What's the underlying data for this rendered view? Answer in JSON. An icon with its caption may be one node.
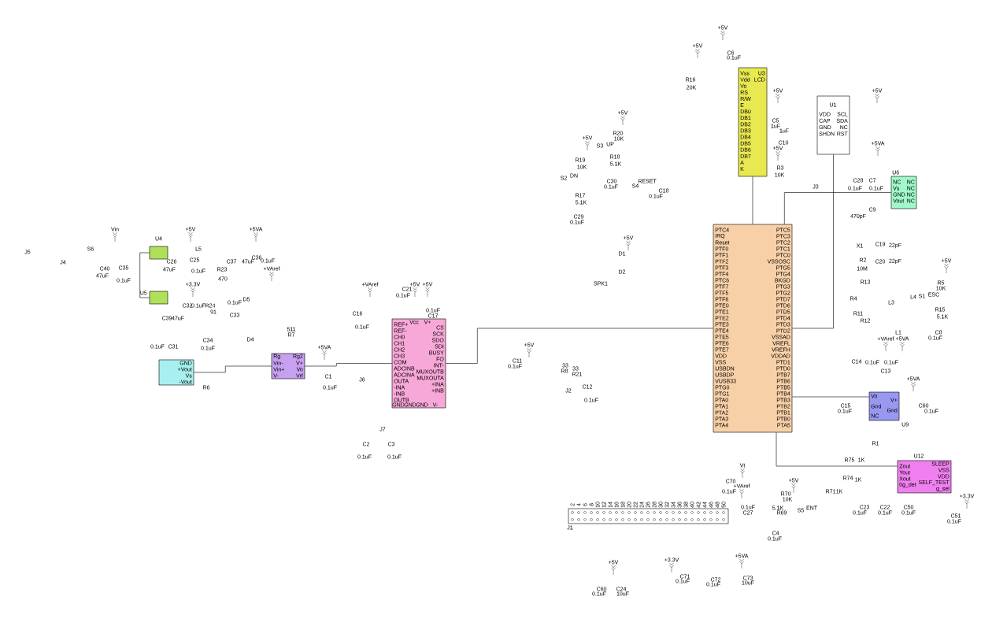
{
  "diagram": {
    "nodes": [
      {
        "text": [
          "U4"
        ]
      },
      {
        "text": [
          "U5"
        ]
      },
      {
        "text": [
          "GND",
          "+Vout",
          "Vs",
          "-Vout"
        ]
      },
      {
        "text": [
          "Rg",
          "Vin-",
          "Vin+",
          "V-",
          "Rg2",
          "V+",
          "Vo",
          "Vrf"
        ]
      },
      {
        "text": [
          "REF+",
          "REF-",
          "CH0",
          "CH1",
          "CH2",
          "CH3",
          "COM",
          "ADCINB",
          "ADCINA",
          "OUTA",
          "-INA",
          "-INB",
          "OUTB",
          "Vcc",
          "V+",
          "CS",
          "SCK",
          "SDO",
          "SDI",
          "BUSY",
          "FO",
          "INT-",
          "MUXOUTB",
          "MUXOUTA",
          "+INA",
          "+INB",
          "GND",
          "GND",
          "GND",
          "V-"
        ]
      },
      {
        "text": [
          "U3",
          "LCD",
          "Vss",
          "Vdd",
          "Vo",
          "RS",
          "R/W",
          "E",
          "DB0",
          "DB1",
          "DB2",
          "DB3",
          "DB4",
          "DB5",
          "DB6",
          "DB7",
          "A",
          "K"
        ]
      },
      {
        "text": [
          "U1",
          "VDD",
          "CAP",
          "GND",
          "SHDN",
          "SCL",
          "SDA",
          "NC",
          "RST"
        ]
      },
      {
        "text": [
          "U6",
          "NC",
          "Vs",
          "GND",
          "Vout",
          "NC",
          "NC",
          "NC",
          "NC"
        ]
      },
      {
        "text": [
          "PTC4",
          "IRQ",
          "Reset",
          "PTF0",
          "PTF1",
          "PTF2",
          "PTF3",
          "PTF4",
          "PTC6",
          "PTF7",
          "PTF5",
          "PTF6",
          "PTE0",
          "PTE1",
          "PTE2",
          "PTE3",
          "PTE4",
          "PTE5",
          "PTE6",
          "PTE7",
          "VDD",
          "VSS",
          "USBDN",
          "USBDP",
          "VUSB33",
          "PTG0",
          "PTG1",
          "PTA0",
          "PTA1",
          "PTA2",
          "PTA3",
          "PTA4",
          "PTC5",
          "PTC3",
          "PTC2",
          "PTC1",
          "PTC0",
          "VSSOSC",
          "PTG5",
          "PTG4",
          "BKGD",
          "PTG3",
          "PTG2",
          "PTD7",
          "PTD6",
          "PTD5",
          "PTD4",
          "PTD3",
          "PTD2",
          "VSSAD",
          "VREFL",
          "VREFH",
          "VDDAD",
          "PTD1",
          "PTD0",
          "PTB7",
          "PTB6",
          "PTB5",
          "PTB4",
          "PTB3",
          "PTB2",
          "PTB1",
          "PTB0",
          "PTA5"
        ]
      },
      {
        "text": [
          "Vo",
          "Gnd",
          "NC",
          "V+",
          "Gnd",
          "U9"
        ]
      },
      {
        "text": [
          "U12",
          "Zout",
          "Yout",
          "Xout",
          "0g_det",
          "SLEEP",
          "VSS",
          "VDD",
          "SELF_TEST",
          "g_sel"
        ]
      }
    ],
    "edges": [
      {
        "from": 0,
        "to": 1,
        "arrow": "none"
      },
      {
        "from": 2,
        "to": 3,
        "arrow": "none"
      },
      {
        "from": 3,
        "to": 4,
        "arrow": "none"
      },
      {
        "from": 4,
        "to": 8,
        "arrow": "none"
      },
      {
        "from": 5,
        "to": 8,
        "arrow": "none"
      },
      {
        "from": 6,
        "to": 8,
        "arrow": "none"
      },
      {
        "from": 7,
        "to": 8,
        "arrow": "none"
      },
      {
        "from": 9,
        "to": 8,
        "arrow": "none"
      },
      {
        "from": 10,
        "to": 8,
        "arrow": "none"
      }
    ],
    "labels": [
      "J5",
      "J4",
      "S6",
      "Vin",
      "C40",
      "47uF",
      "C35",
      "0.1uF",
      "C26",
      "47uF",
      "C25",
      "0.1uF",
      "+5V",
      "L5",
      "+5VA",
      "C37",
      "47uF",
      "C36",
      "0.1uF",
      "R23",
      "470",
      "+VAref",
      "+3.3V",
      "C32",
      "0.1uF",
      "R24",
      "C39",
      "47uF",
      "D5",
      "0.1uF",
      "C33",
      "91",
      "C34",
      "D4",
      "0.1uF",
      "C31",
      "0.1uF",
      "511",
      "R7",
      "+5VA",
      "C1",
      "R6",
      "0.1uF",
      "+VAref",
      "C21",
      "0.1uF",
      "+5V",
      "+5V",
      "0.1uF",
      "C17",
      "C16",
      "0.1uF",
      "J6",
      "+5V",
      "C11",
      "0.1uF",
      "33",
      "R8",
      "33",
      "R21",
      "J2",
      "C12",
      "0.1uF",
      "J7",
      "C2",
      "0.1uF",
      "C3",
      "0.1uF",
      "+5V",
      "C6",
      "0.1uF",
      "+5V",
      "R16",
      "20K",
      "+5V",
      "C5",
      "1uF",
      "1uF",
      "C10",
      "+5V",
      "+5V",
      "R20",
      "+5V",
      "10K",
      "S3",
      "UP",
      "R18",
      "5.1K",
      "R19",
      "10K",
      "S2",
      "DN",
      "C30",
      "0.1uF",
      "S4",
      "RESET",
      "R17",
      "C18",
      "0.1uF",
      "5.1K",
      "C29",
      "0.1uF",
      "+5V",
      "R3",
      "10K",
      "J3",
      "+5VA",
      "C28",
      "0.1uF",
      "C7",
      "0.1uF",
      "C9",
      "470pF",
      "+5V",
      "D1",
      "D2",
      "SPK1",
      "X1",
      "C19",
      "22pF",
      "R2",
      "10M",
      "C20",
      "22pF",
      "R13",
      "R4",
      "L3",
      "L4",
      "+5V",
      "R5",
      "10K",
      "S1",
      "ESC",
      "R15",
      "5.1K",
      "R11",
      "R12",
      "L1",
      "C8",
      "+VAref",
      "+5VA",
      "0.1uF",
      "C14",
      "0.1uF",
      "0.1uF",
      "C13",
      "+5VA",
      "C15",
      "0.1uF",
      "C60",
      "0.1uF",
      "R1",
      "R75",
      "1K",
      "R74",
      "1K",
      "R71",
      "1K",
      "C23",
      "0.1uF",
      "C22",
      "0.1uF",
      "C50",
      "0.1uF",
      "+3.3V",
      "C51",
      "0.1uF",
      "Vt",
      "C70",
      "0.1uF",
      "+VAref",
      "0.1uF",
      "C27",
      "+5V",
      "R70",
      "10K",
      "5.1K",
      "R69",
      "S5",
      "ENT",
      "C4",
      "0.1uF",
      "2",
      "4",
      "6",
      "8",
      "10",
      "12",
      "14",
      "16",
      "18",
      "20",
      "22",
      "24",
      "26",
      "28",
      "30",
      "32",
      "34",
      "36",
      "38",
      "40",
      "42",
      "44",
      "46",
      "48",
      "50",
      "J1",
      "+5V",
      "C60",
      "0.1uF",
      "C24",
      "10uF",
      "+3.3V",
      "C71",
      "0.1uF",
      "+5VA",
      "C72",
      "0.1uF",
      "C73",
      "10uF"
    ]
  }
}
